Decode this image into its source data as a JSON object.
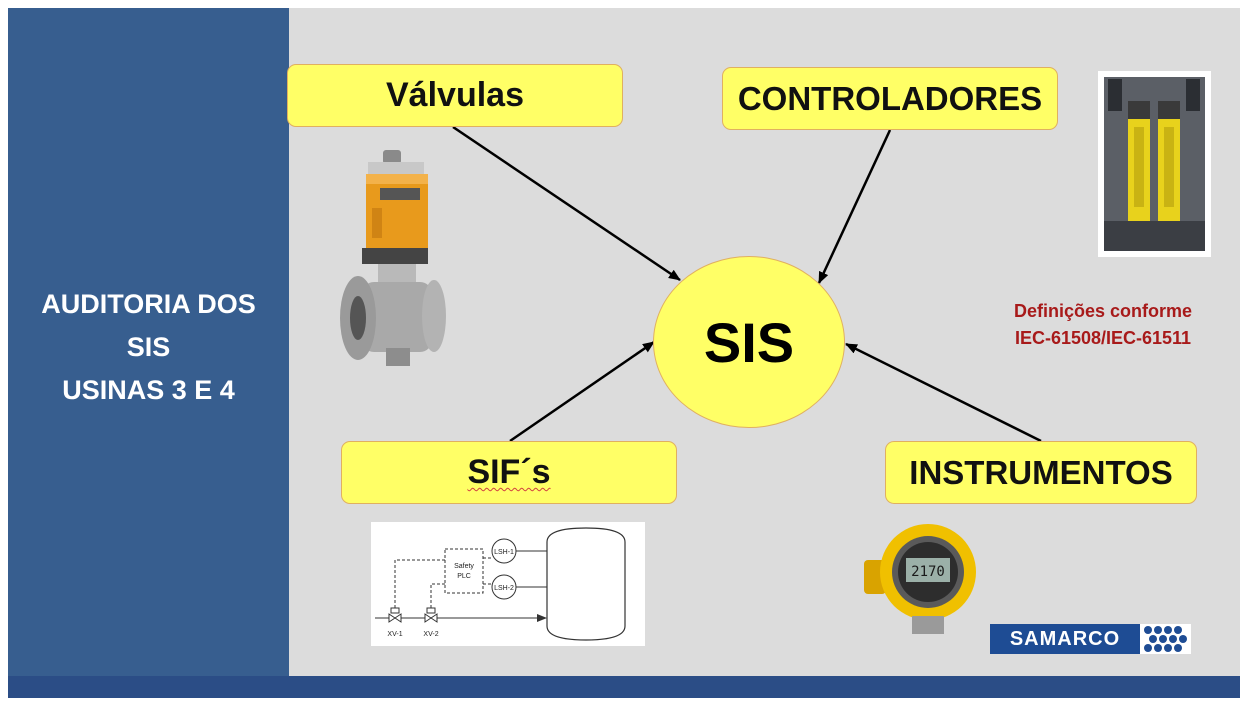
{
  "left_panel": {
    "title_lines": [
      "AUDITORIA DOS",
      "SIS",
      "USINAS 3 E 4"
    ]
  },
  "nodes": {
    "valvulas": "Válvulas",
    "controladores": "CONTROLADORES",
    "sifs": "SIF´s",
    "instrumentos": "INSTRUMENTOS",
    "center": "SIS"
  },
  "definitions": {
    "lines": [
      "Definições conforme",
      "IEC-61508/IEC-61511"
    ]
  },
  "pid_diagram": {
    "controller_lines": [
      "Safety",
      "PLC"
    ],
    "sensors": [
      "LSH-1",
      "LSH-2"
    ],
    "valves": [
      "XV-1",
      "XV-2"
    ]
  },
  "instrument_display": "2170",
  "logo": {
    "text": "SAMARCO"
  },
  "colors": {
    "panel_blue": "#375e8f",
    "box_yellow": "#ffff66",
    "definitions_red": "#a81a1a",
    "logo_blue": "#1e4c94"
  }
}
